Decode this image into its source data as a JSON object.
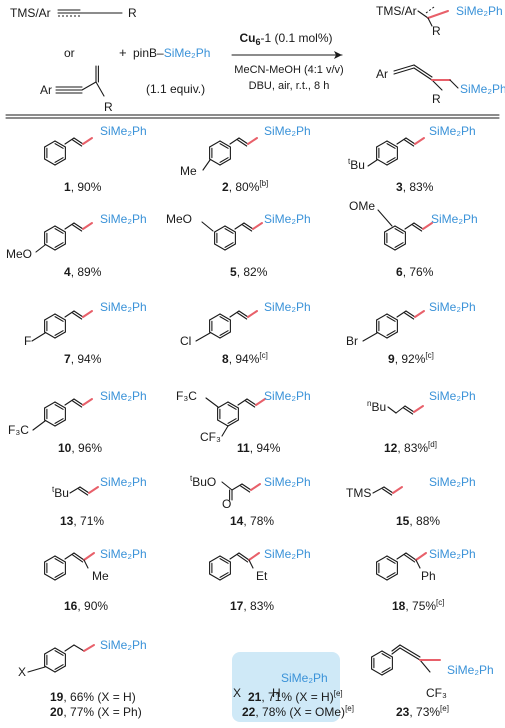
{
  "header": {
    "reactant_alkyne": "TMS/Ar",
    "reactant_alkyne_R": "R",
    "or_left": "or",
    "plus": "+",
    "reagent": "pinB–",
    "reagent_silyl": "SiMe₂Ph",
    "reagent_equiv": "(1.1 equiv.)",
    "enyne_Ar": "Ar",
    "enyne_R": "R",
    "catalyst": "Cu",
    "catalyst_sub": "6",
    "catalyst_suffix": "-1 (0.1 mol%)",
    "solvent": "MeCN-MeOH (4:1 v/v)",
    "conditions": "DBU, air, r.t., 8 h",
    "product1_prefix": "TMS/Ar",
    "product1_R": "R",
    "product_silyl": "SiMe₂Ph",
    "product2_Ar": "Ar",
    "product2_R": "R"
  },
  "silyl_label": "SiMe₂Ph",
  "compounds": [
    {
      "num": "1",
      "yield": ", 90%",
      "note": ""
    },
    {
      "num": "2",
      "yield": ", 80%",
      "note": "[b]"
    },
    {
      "num": "3",
      "yield": ", 83%",
      "note": ""
    },
    {
      "num": "4",
      "yield": ", 89%",
      "note": ""
    },
    {
      "num": "5",
      "yield": ", 82%",
      "note": ""
    },
    {
      "num": "6",
      "yield": ", 76%",
      "note": ""
    },
    {
      "num": "7",
      "yield": ", 94%",
      "note": ""
    },
    {
      "num": "8",
      "yield": ", 94%",
      "note": "[c]"
    },
    {
      "num": "9",
      "yield": ", 92%",
      "note": "[c]"
    },
    {
      "num": "10",
      "yield": ", 96%",
      "note": ""
    },
    {
      "num": "11",
      "yield": ", 94%",
      "note": ""
    },
    {
      "num": "12",
      "yield": ", 83%",
      "note": "[d]"
    },
    {
      "num": "13",
      "yield": ", 71%",
      "note": ""
    },
    {
      "num": "14",
      "yield": ", 78%",
      "note": ""
    },
    {
      "num": "15",
      "yield": ", 88%",
      "note": ""
    },
    {
      "num": "16",
      "yield": ", 90%",
      "note": ""
    },
    {
      "num": "17",
      "yield": ", 83%",
      "note": ""
    },
    {
      "num": "18",
      "yield": ", 75%",
      "note": "[c]"
    },
    {
      "num": "19",
      "yield": ", 66% (X = H)",
      "note": ""
    },
    {
      "num": "20",
      "yield": ", 77% (X = Ph)",
      "note": ""
    },
    {
      "num": "21",
      "yield": ", 71% (X = H)",
      "note": "[e]"
    },
    {
      "num": "22",
      "yield": ", 78% (X = OMe)",
      "note": "[e]"
    },
    {
      "num": "23",
      "yield": ", 73%",
      "note": "[e]"
    }
  ],
  "substituents": {
    "me": "Me",
    "tbu_t": "t",
    "tbu": "Bu",
    "meo": "MeO",
    "ome": "OMe",
    "f": "F",
    "cl": "Cl",
    "br": "Br",
    "f3c": "F₃C",
    "cf3": "CF₃",
    "f3c_top": "F₃C",
    "nbu_n": "n",
    "nbu": "Bu",
    "tbuo_t": "t",
    "tbuo": "BuO",
    "o": "O",
    "tms": "TMS",
    "me16": "Me",
    "et": "Et",
    "ph": "Ph",
    "x19": "X",
    "x21": "X",
    "h21": "H",
    "cf3_23": "CF₃"
  },
  "colors": {
    "silyl": "#3a92d8",
    "bond_highlight": "#e8606a",
    "highlight_box": "#cfe9f7",
    "ink": "#1a1a1a"
  }
}
